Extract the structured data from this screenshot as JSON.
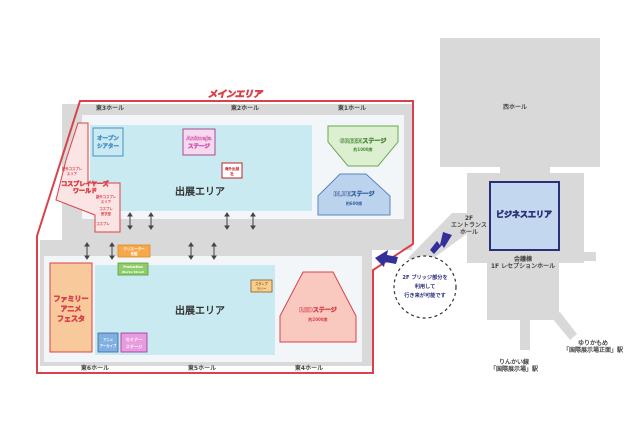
{
  "main_area": {
    "title": "メインエリア",
    "halls": {
      "e3": "東3ホール",
      "e2": "東2ホール",
      "e1": "東1ホール",
      "e6": "東6ホール",
      "e5": "東5ホール",
      "e4": "東4ホール"
    },
    "exhibit_upper": "出展エリア",
    "exhibit_lower": "出展エリア",
    "open_theater": [
      "オープン",
      "シアター"
    ],
    "animeja_stage": [
      "AnimeJa",
      "ステージ"
    ],
    "overseas_box": [
      "海外出展",
      "社"
    ],
    "cosplayers_world": [
      "コスプレイヤーズ",
      "ワールド"
    ],
    "outdoor_cosplay_1": [
      "屋外コスプレ",
      "エリア"
    ],
    "outdoor_cosplay_2": [
      "屋外コスプレ",
      "エリア"
    ],
    "cosplay_room": [
      "コスプレ",
      "更衣室"
    ],
    "cosplay_small": "コスプレ",
    "green_stage": {
      "name": "GREENステージ",
      "capacity": "約1000席"
    },
    "blue_stage": {
      "name": "BLUEステージ",
      "capacity": "約600席"
    },
    "red_stage": {
      "name": "REDステージ",
      "capacity": "約2000席"
    },
    "family_festa": [
      "ファミリー",
      "アニメ",
      "フェスタ"
    ],
    "creator_box": [
      "クリエーター",
      "発掘"
    ],
    "production_box": [
      "Production",
      "Works Street"
    ],
    "anime_box": [
      "アニメ",
      "アーカイブ"
    ],
    "seminar_box": [
      "セミナー",
      "ステージ"
    ],
    "small_orange_box": [
      "スタンプ",
      "ラリー"
    ]
  },
  "bridge_note": [
    "2F ブリッジ部分を",
    "利用して",
    "行き来が可能です"
  ],
  "west": {
    "west_hall": "西ホール",
    "entrance": [
      "2F",
      "エントランス",
      "ホール"
    ],
    "business_area": "ビジネスエリア",
    "reception": [
      "会議棟",
      "1F レセプションホール"
    ],
    "yurikamome": [
      "ゆりかもめ",
      "「国際展示場正面」駅"
    ],
    "rinkai": [
      "りんかい線",
      "「国際展示場」駅"
    ]
  },
  "colors": {
    "main_outline": "#d9424a",
    "exhibit": "#c8eaf0",
    "hall_gray": "#d9d9d9",
    "business": "#c3d8ef",
    "business_border": "#2a2f7a",
    "arrow": "#33309a"
  }
}
